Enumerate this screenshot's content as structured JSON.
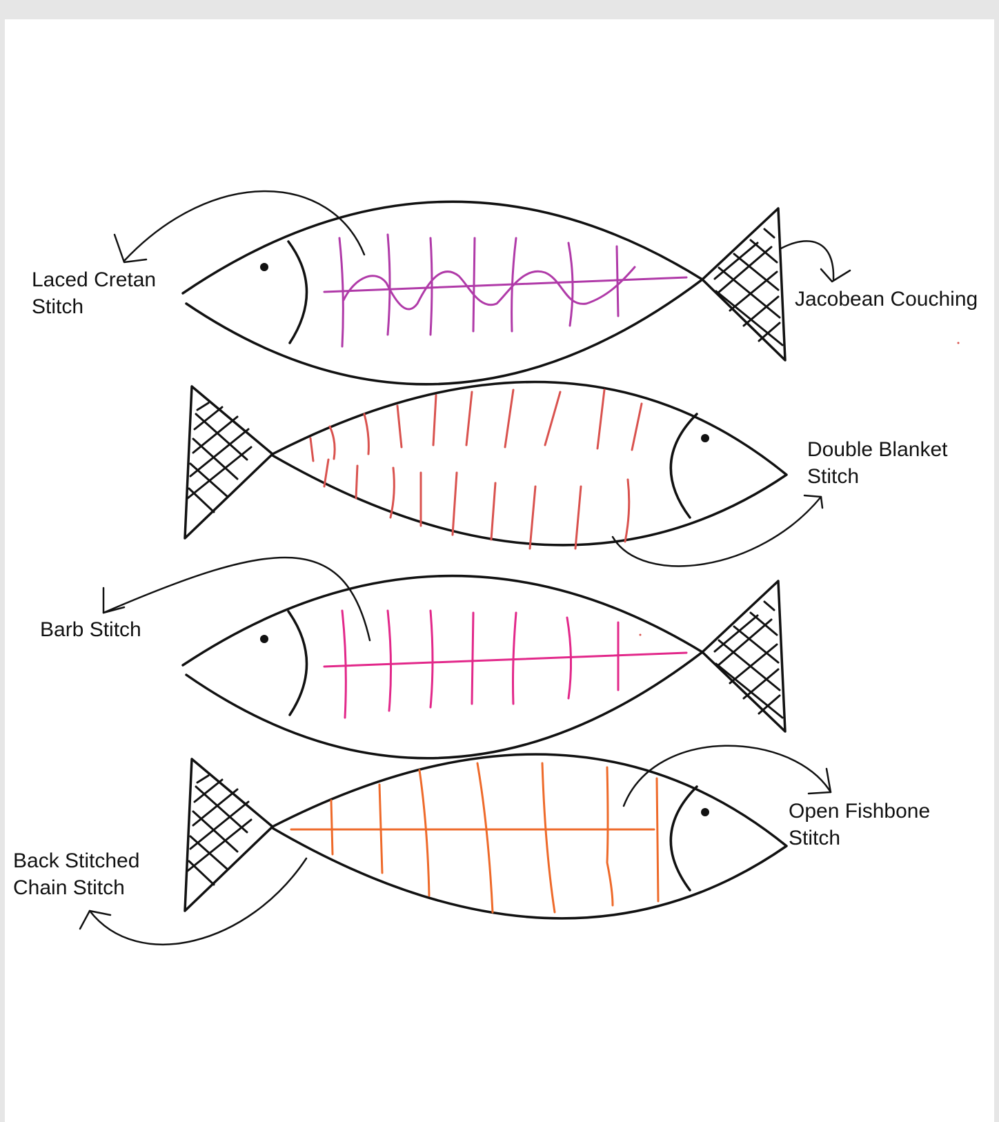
{
  "labels": {
    "laced_cretan": [
      "Laced Cretan",
      "Stitch"
    ],
    "jacobean": [
      "Jacobean Couching"
    ],
    "double_blanket": [
      "Double Blanket",
      "Stitch"
    ],
    "barb": [
      "Barb Stitch"
    ],
    "back_stitched": [
      "Back Stitched",
      "Chain Stitch"
    ],
    "open_fishbone": [
      "Open Fishbone",
      "Stitch"
    ]
  },
  "colors": {
    "outline": "#111111",
    "laced_cretan": "#b03aa8",
    "double_blanket": "#d9524e",
    "barb": "#e2288a",
    "back_stitched": "#ee6a2a"
  }
}
